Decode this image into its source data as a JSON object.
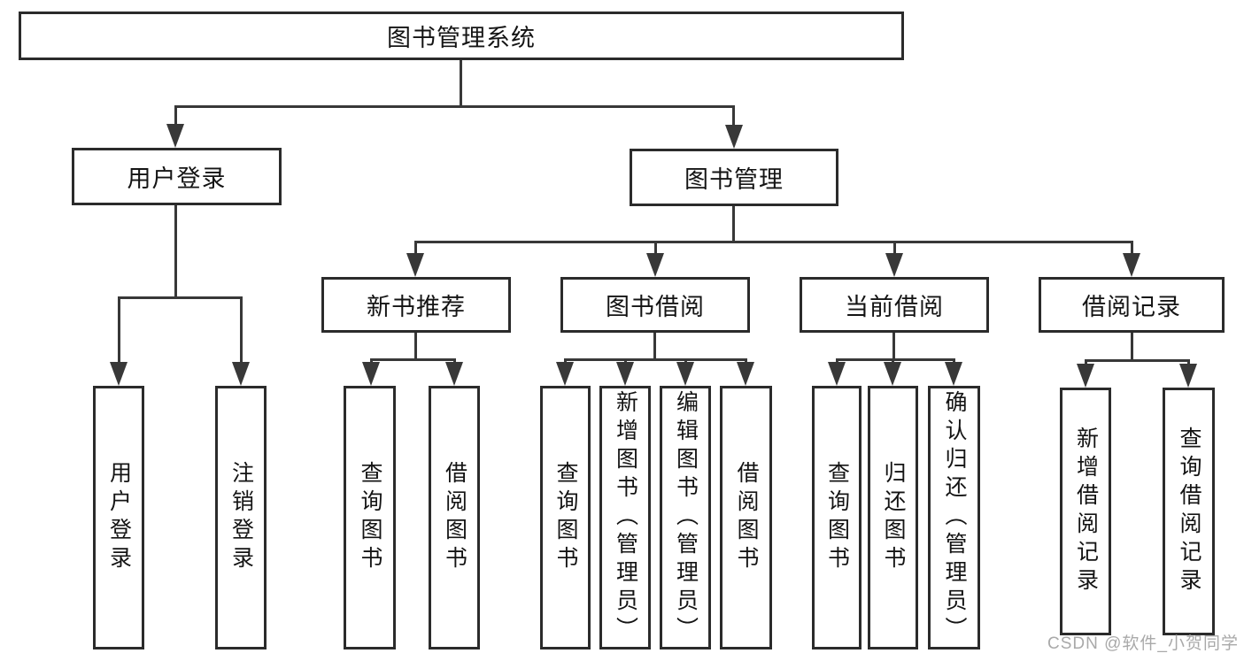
{
  "tree": {
    "root": {
      "label": "图书管理系统"
    },
    "branches": [
      {
        "label": "用户登录",
        "children": [
          {
            "label": "用户登录"
          },
          {
            "label": "注销登录"
          }
        ]
      },
      {
        "label": "图书管理",
        "children": [
          {
            "label": "新书推荐",
            "children": [
              {
                "label": "查询图书"
              },
              {
                "label": "借阅图书"
              }
            ]
          },
          {
            "label": "图书借阅",
            "children": [
              {
                "label": "查询图书"
              },
              {
                "label": "新增图书（管理员）"
              },
              {
                "label": "编辑图书（管理员）"
              },
              {
                "label": "借阅图书"
              }
            ]
          },
          {
            "label": "当前借阅",
            "children": [
              {
                "label": "查询图书"
              },
              {
                "label": "归还图书"
              },
              {
                "label": "确认归还（管理员）"
              }
            ]
          },
          {
            "label": "借阅记录",
            "children": [
              {
                "label": "新增借阅记录"
              },
              {
                "label": "查询借阅记录"
              }
            ]
          }
        ]
      }
    ]
  },
  "watermark": {
    "text": "CSDN @软件_小贺同学"
  },
  "colors": {
    "line": "#383838",
    "border": "#2b2b2b",
    "text": "#141414",
    "watermark": "#a9a9a9",
    "background": "#ffffff"
  }
}
